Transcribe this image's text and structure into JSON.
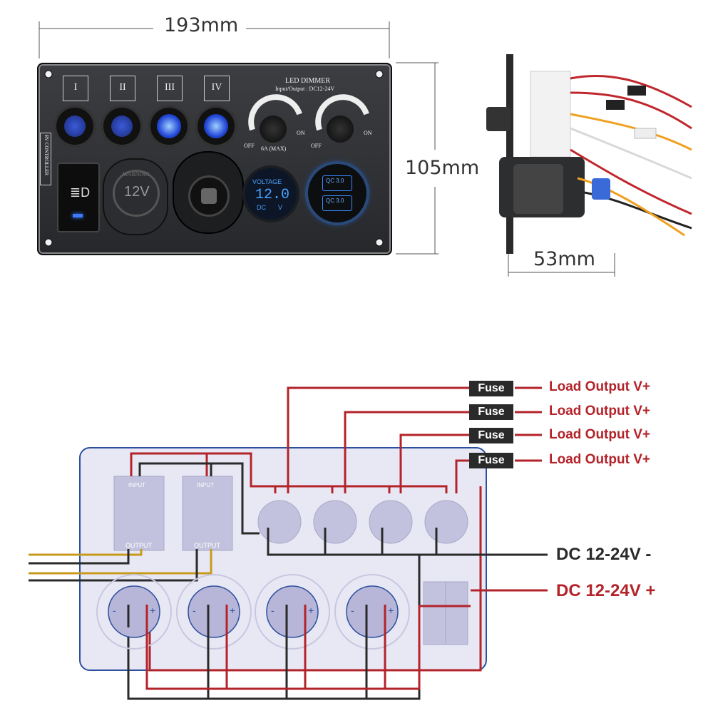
{
  "dimensions": {
    "width": "193mm",
    "height": "105mm",
    "depth": "53mm"
  },
  "panel": {
    "switch_labels": [
      "I",
      "II",
      "III",
      "IV"
    ],
    "dimmer_title": "LED DIMMER",
    "dimmer_spec": "Input/Output : DC12-24V",
    "dimmer_rating": "6A (MAX)",
    "knob_off": "OFF",
    "knob_on": "ON",
    "side_label": "RV CONTROLLER",
    "socket_label": "12V",
    "socket_ring_text": "WARNING",
    "voltmeter_title": "VOLTAGE",
    "voltmeter_value": "12.0",
    "voltmeter_dc": "DC",
    "voltmeter_unit": "V",
    "usb_label": "QC 3.0"
  },
  "wiring": {
    "fuse_label": "Fuse",
    "load_output_label": "Load Output V+",
    "dc_negative": "DC 12-24V -",
    "dc_positive": "DC 12-24V +",
    "input_label": "INPUT",
    "output_label": "OUTPUT",
    "minus": "-",
    "plus": "+"
  },
  "colors": {
    "wire_red": "#b3232a",
    "wire_black": "#2a2a2a",
    "wire_yellow": "#c89a1c",
    "board": "#e8e8f5",
    "board_border": "#2c4f9e"
  }
}
